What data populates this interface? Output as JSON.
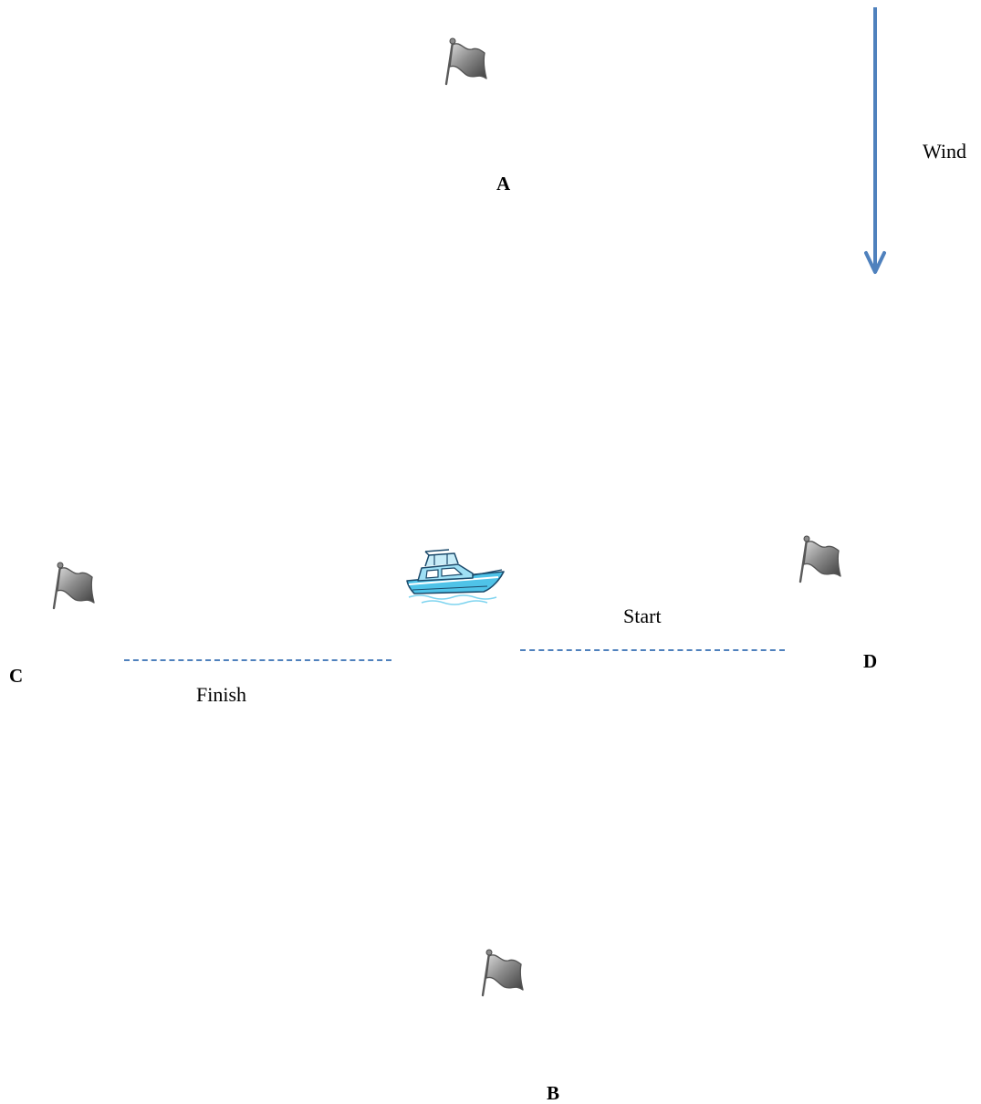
{
  "marks": {
    "a": "A",
    "b": "B",
    "c": "C",
    "d": "D"
  },
  "lines": {
    "start": "Start",
    "finish": "Finish"
  },
  "wind": {
    "label": "Wind",
    "arrow_color": "#4f81bd"
  },
  "colors": {
    "line": "#4f81bd",
    "flag": "#7f7f7f",
    "boat": "#4fc3e8"
  },
  "icons": {
    "flag": "flag-icon",
    "boat": "motorboat-icon",
    "wind": "arrow-down-icon"
  }
}
